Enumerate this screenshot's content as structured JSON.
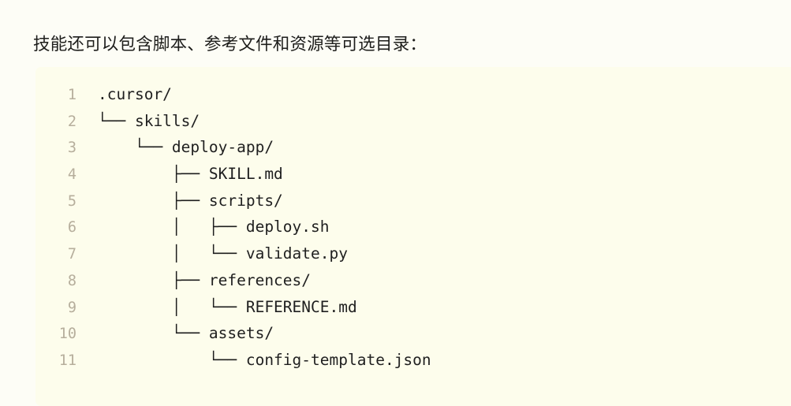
{
  "page": {
    "background_color": "#fdfdf6",
    "intro_paragraph": "技能还可以包含脚本、参考文件和资源等可选目录："
  },
  "code_block": {
    "background_color": "#fdfdec",
    "text_color": "#1f1f1f",
    "line_number_color": "#b6ae9c",
    "language": "plaintext",
    "line_numbers_visible": true,
    "total_lines": 11,
    "lines": [
      {
        "number": "1",
        "text": ".cursor/"
      },
      {
        "number": "2",
        "text": "└── skills/"
      },
      {
        "number": "3",
        "text": "    └── deploy-app/"
      },
      {
        "number": "4",
        "text": "        ├── SKILL.md"
      },
      {
        "number": "5",
        "text": "        ├── scripts/"
      },
      {
        "number": "6",
        "text": "        │   ├── deploy.sh"
      },
      {
        "number": "7",
        "text": "        │   └── validate.py"
      },
      {
        "number": "8",
        "text": "        ├── references/"
      },
      {
        "number": "9",
        "text": "        │   └── REFERENCE.md"
      },
      {
        "number": "10",
        "text": "        └── assets/"
      },
      {
        "number": "11",
        "text": "            └── config-template.json"
      }
    ]
  }
}
